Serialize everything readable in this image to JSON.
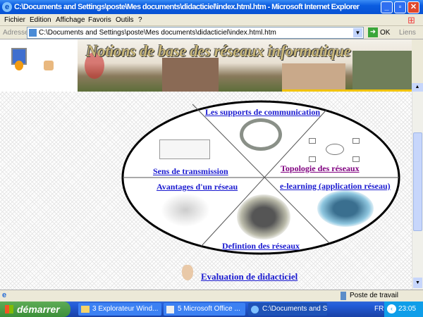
{
  "window": {
    "title": "C:\\Documents and Settings\\poste\\Mes documents\\didacticiel\\index.html.htm - Microsoft Internet Explorer"
  },
  "menu": [
    "Fichier",
    "Edition",
    "Affichage",
    "Favoris",
    "Outils",
    "?"
  ],
  "address": {
    "label": "Adresse",
    "value": "C:\\Documents and Settings\\poste\\Mes documents\\didacticiel\\index.html.htm",
    "go": "OK",
    "links": "Liens"
  },
  "banner": {
    "title": "Notions de base des réseaux informatique"
  },
  "sections": [
    {
      "label": "Les supports de communication"
    },
    {
      "label": "Sens de transmission"
    },
    {
      "label": "Topologie des réseaux"
    },
    {
      "label": "Avantages d'un réseau"
    },
    {
      "label": "e-learning (application réseau)"
    },
    {
      "label": "Defintion des réseaux"
    }
  ],
  "evaluation": {
    "label": "Evaluation de didacticiel"
  },
  "status": {
    "zone": "Poste de travail"
  },
  "taskbar": {
    "start": "démarrer",
    "tasks": [
      "3 Explorateur Wind...",
      "5 Microsoft Office ...",
      "C:\\Documents and Se..."
    ],
    "lang": "FR",
    "clock": "23:05"
  }
}
